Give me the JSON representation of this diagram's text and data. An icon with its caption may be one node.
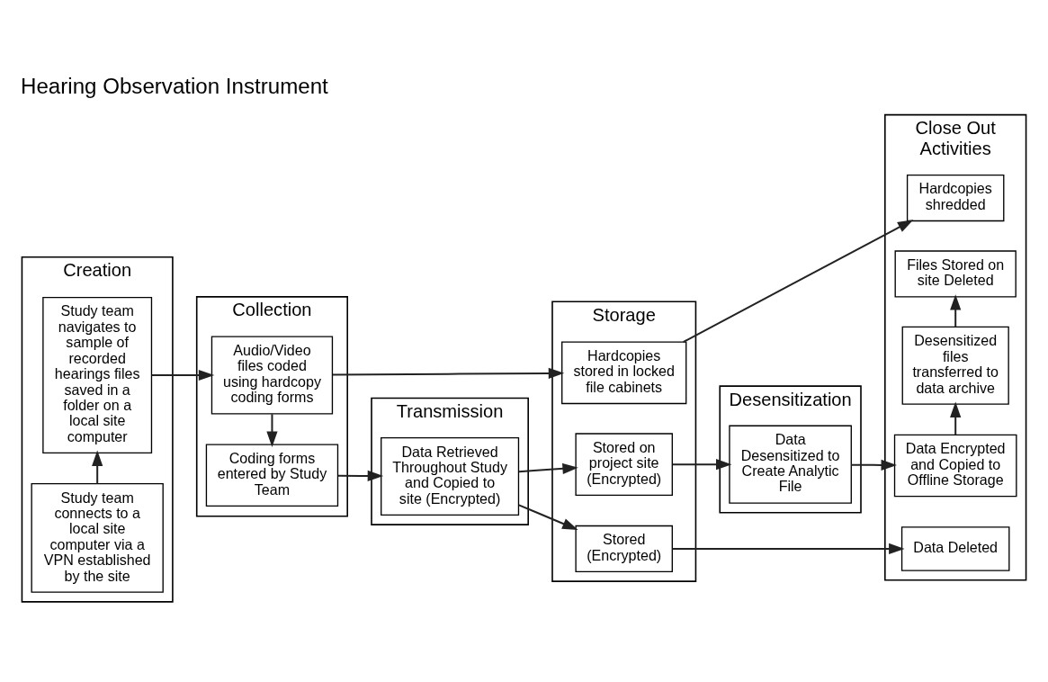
{
  "diagram": {
    "title": "Hearing Observation Instrument",
    "nodes": [
      {
        "text": [
          "Creation"
        ]
      },
      {
        "text": [
          "Collection"
        ]
      },
      {
        "text": [
          "Transmission"
        ]
      },
      {
        "text": [
          "Storage"
        ]
      },
      {
        "text": [
          "Desensitization"
        ]
      },
      {
        "text": [
          "Close Out Activities"
        ]
      },
      {
        "text": [
          "Study team connects to a local site computer via a VPN established by the site"
        ],
        "in": 0
      },
      {
        "text": [
          "Study team navigates to sample of recorded hearings files saved in a folder on a local site computer"
        ],
        "in": 0
      },
      {
        "text": [
          "Audio/Video files coded using hardcopy coding forms"
        ],
        "in": 1
      },
      {
        "text": [
          "Coding forms entered by Study Team"
        ],
        "in": 1
      },
      {
        "text": [
          "Data Retrieved Throughout Study and Copied to site (Encrypted)"
        ],
        "in": 2
      },
      {
        "text": [
          "Hardcopies stored in locked file cabinets"
        ],
        "in": 3
      },
      {
        "text": [
          "Stored on project site (Encrypted)"
        ],
        "in": 3
      },
      {
        "text": [
          "Stored (Encrypted)"
        ],
        "in": 3
      },
      {
        "text": [
          "Data Desensitized to Create Analytic File"
        ],
        "in": 4
      },
      {
        "text": [
          "Hardcopies shredded"
        ],
        "in": 5
      },
      {
        "text": [
          "Data Encrypted and Copied to Offline Storage"
        ],
        "in": 5
      },
      {
        "text": [
          "Desensitized files transferred to data archive"
        ],
        "in": 5
      },
      {
        "text": [
          "Files Stored on site Deleted"
        ],
        "in": 5
      },
      {
        "text": [
          "Data Deleted"
        ],
        "in": 5
      }
    ],
    "edges": [
      {
        "from": 6,
        "to": 7,
        "arrow": "to"
      },
      {
        "from": 7,
        "to": 8,
        "arrow": "to"
      },
      {
        "from": 8,
        "to": 9,
        "arrow": "to"
      },
      {
        "from": 8,
        "to": 11,
        "arrow": "to"
      },
      {
        "from": 9,
        "to": 10,
        "arrow": "to"
      },
      {
        "from": 10,
        "to": 12,
        "arrow": "to"
      },
      {
        "from": 10,
        "to": 13,
        "arrow": "to"
      },
      {
        "from": 11,
        "to": 15,
        "arrow": "to"
      },
      {
        "from": 12,
        "to": 14,
        "arrow": "to"
      },
      {
        "from": 14,
        "to": 16,
        "arrow": "to"
      },
      {
        "from": 16,
        "to": 17,
        "arrow": "to"
      },
      {
        "from": 17,
        "to": 18,
        "arrow": "to"
      },
      {
        "from": 13,
        "to": 19,
        "arrow": "to"
      }
    ]
  }
}
